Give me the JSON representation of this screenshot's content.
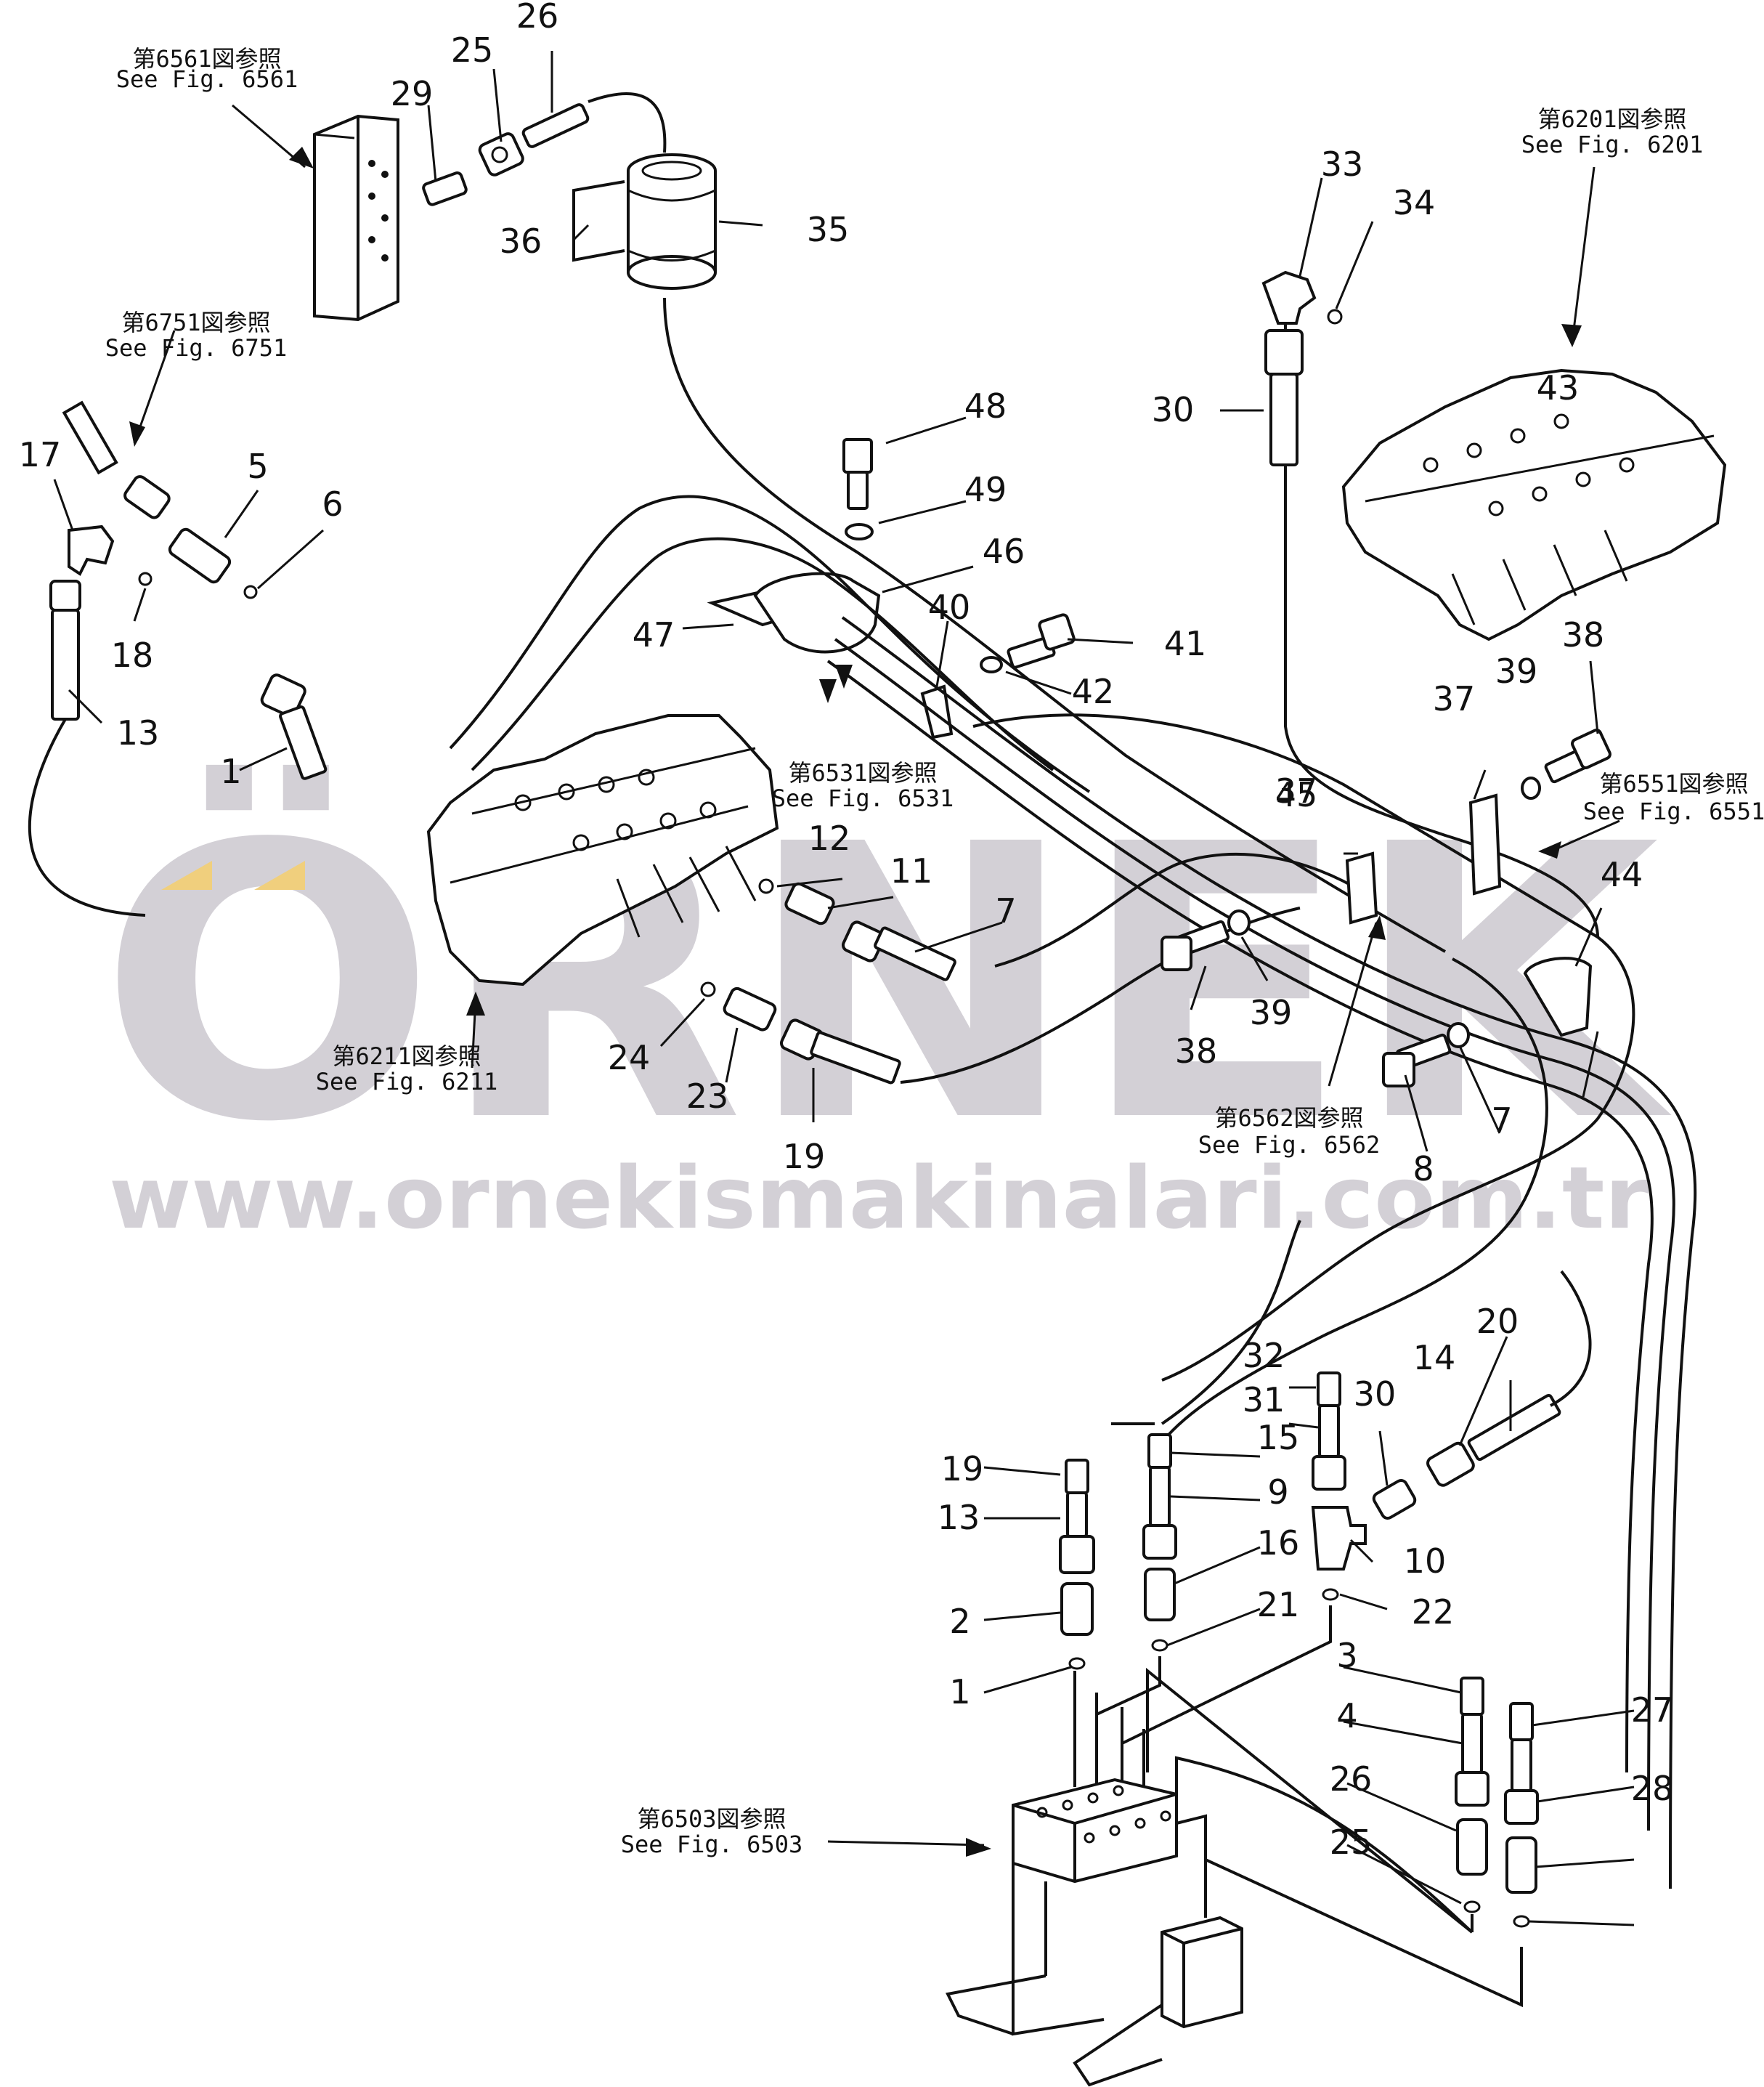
{
  "watermark": {
    "brand": "ÖRNEK",
    "url": "www.ornekismakinalari.com.tr",
    "colors": {
      "letters": "#d3d0d6",
      "umlaut": "#f0cf7d"
    }
  },
  "references": [
    {
      "jp": "第6561図参照",
      "en": "See Fig. 6561"
    },
    {
      "jp": "第6751図参照",
      "en": "See Fig. 6751"
    },
    {
      "jp": "第6201図参照",
      "en": "See Fig. 6201"
    },
    {
      "jp": "第6531図参照",
      "en": "See Fig. 6531"
    },
    {
      "jp": "第6551図参照",
      "en": "See Fig. 6551"
    },
    {
      "jp": "第6211図参照",
      "en": "See Fig. 6211"
    },
    {
      "jp": "第6562図参照",
      "en": "See Fig. 6562"
    },
    {
      "jp": "第6503図参照",
      "en": "See Fig. 6503"
    }
  ],
  "part_numbers": [
    "26",
    "25",
    "29",
    "36",
    "35",
    "33",
    "34",
    "30",
    "48",
    "49",
    "46",
    "47",
    "40",
    "41",
    "42",
    "17",
    "5",
    "6",
    "18",
    "13",
    "1",
    "12",
    "11",
    "7",
    "24",
    "23",
    "19",
    "38",
    "39",
    "37",
    "43",
    "37",
    "39",
    "38",
    "44",
    "45",
    "8",
    "7",
    "32",
    "31",
    "30",
    "20",
    "14",
    "19",
    "13",
    "15",
    "9",
    "16",
    "10",
    "21",
    "22",
    "2",
    "1",
    "3",
    "4",
    "26",
    "25",
    "27",
    "28"
  ]
}
